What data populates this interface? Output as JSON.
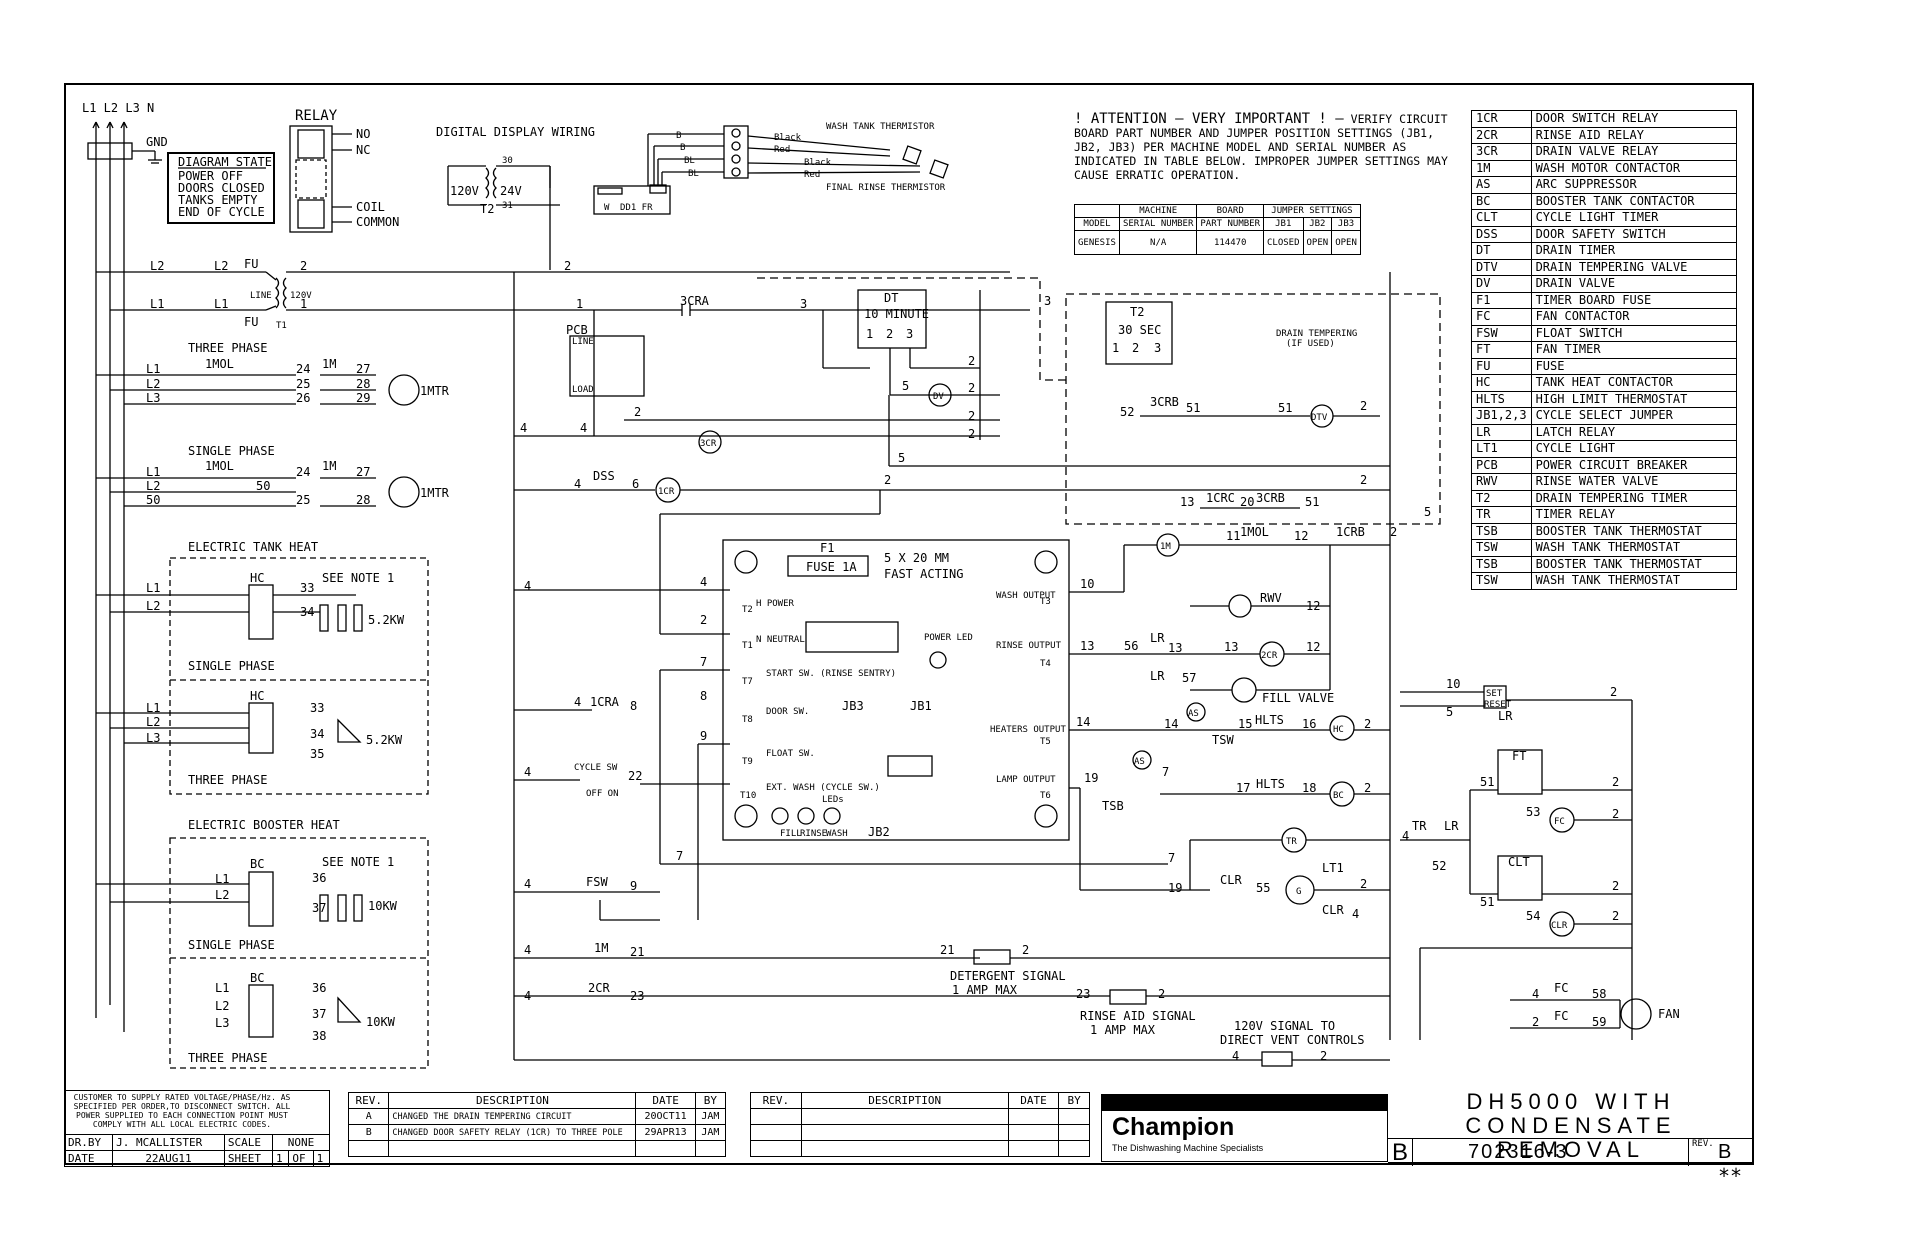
{
  "header": {
    "phases": "L1 L2 L3 N",
    "gnd": "GND",
    "relay": "RELAY",
    "relay_pins": [
      "NO",
      "NC",
      "COIL",
      "COMMON"
    ],
    "diagram_state": [
      "DIAGRAM STATE",
      "POWER OFF",
      "DOORS CLOSED",
      "TANKS EMPTY",
      "END OF CYCLE"
    ],
    "digital_display": "DIGITAL DISPLAY WIRING",
    "wash_thermistor": "WASH TANK THERMISTOR",
    "rinse_thermistor": "FINAL RINSE THERMISTOR",
    "wire_colors": [
      "B",
      "B",
      "BL",
      "BL",
      "Black",
      "Red",
      "Black",
      "Red"
    ],
    "transformer": [
      "120V",
      "24V",
      "T2",
      "30",
      "31",
      "W",
      "DD1 FR"
    ]
  },
  "attention": {
    "heading": "! ATTENTION — VERY IMPORTANT ! —",
    "body": "VERIFY CIRCUIT BOARD PART NUMBER AND JUMPER POSITION SETTINGS (JB1, JB2, JB3) PER MACHINE MODEL AND SERIAL NUMBER AS INDICATED IN TABLE BELOW. IMPROPER JUMPER SETTINGS MAY CAUSE ERRATIC OPERATION."
  },
  "jumper_table": {
    "h_machine": "MACHINE",
    "h_board": "BOARD",
    "h_jumper": "JUMPER SETTINGS",
    "cols": [
      "MODEL",
      "SERIAL NUMBER",
      "PART NUMBER",
      "JB1",
      "JB2",
      "JB3"
    ],
    "row": [
      "GENESIS",
      "N/A",
      "114470",
      "CLOSED",
      "OPEN",
      "OPEN"
    ]
  },
  "legend": [
    [
      "1CR",
      "DOOR SWITCH RELAY"
    ],
    [
      "2CR",
      "RINSE AID RELAY"
    ],
    [
      "3CR",
      "DRAIN VALVE RELAY"
    ],
    [
      "1M",
      "WASH MOTOR CONTACTOR"
    ],
    [
      "AS",
      "ARC SUPPRESSOR"
    ],
    [
      "BC",
      "BOOSTER TANK CONTACTOR"
    ],
    [
      "CLT",
      "CYCLE LIGHT TIMER"
    ],
    [
      "DSS",
      "DOOR SAFETY SWITCH"
    ],
    [
      "DT",
      "DRAIN TIMER"
    ],
    [
      "DTV",
      "DRAIN TEMPERING VALVE"
    ],
    [
      "DV",
      "DRAIN VALVE"
    ],
    [
      "F1",
      "TIMER BOARD FUSE"
    ],
    [
      "FC",
      "FAN CONTACTOR"
    ],
    [
      "FSW",
      "FLOAT SWITCH"
    ],
    [
      "FT",
      "FAN TIMER"
    ],
    [
      "FU",
      "FUSE"
    ],
    [
      "HC",
      "TANK HEAT CONTACTOR"
    ],
    [
      "HLTS",
      "HIGH LIMIT THERMOSTAT"
    ],
    [
      "JB1,2,3",
      "CYCLE SELECT JUMPER"
    ],
    [
      "LR",
      "LATCH RELAY"
    ],
    [
      "LT1",
      "CYCLE LIGHT"
    ],
    [
      "PCB",
      "POWER CIRCUIT BREAKER"
    ],
    [
      "RWV",
      "RINSE WATER VALVE"
    ],
    [
      "T2",
      "DRAIN TEMPERING TIMER"
    ],
    [
      "TR",
      "TIMER RELAY"
    ],
    [
      "TSB",
      "BOOSTER TANK THERMOSTAT"
    ],
    [
      "TSW",
      "WASH TANK THERMOSTAT"
    ],
    [
      "TSB",
      "BOOSTER TANK THERMOSTAT"
    ],
    [
      "TSW",
      "WASH TANK THERMOSTAT"
    ]
  ],
  "sections": {
    "three_phase": "THREE PHASE",
    "single_phase": "SINGLE PHASE",
    "tank_heat": "ELECTRIC TANK HEAT",
    "booster_heat": "ELECTRIC BOOSTER HEAT",
    "see_note": "SEE NOTE 1",
    "kw52": "5.2KW",
    "kw10": "10KW",
    "mtr": "1MTR",
    "drain_tempering": "DRAIN TEMPERING",
    "if_used": "(IF USED)",
    "dt_timer": "10 MINUTE",
    "t2_timer": "30 SEC"
  },
  "board": {
    "fuse": "FUSE 1A",
    "fuse_label": "F1",
    "fuse_size": "5 X 20 MM",
    "fuse_type": "FAST ACTING",
    "power_led": "POWER LED",
    "inputs": [
      "H POWER",
      "N NEUTRAL",
      "START SW. (RINSE SENTRY)",
      "DOOR SW.",
      "FLOAT SW.",
      "EXT. WASH (CYCLE SW.)"
    ],
    "terminals_in": [
      "T2",
      "T1",
      "T7",
      "T8",
      "T9",
      "T10"
    ],
    "outputs": [
      "WASH OUTPUT",
      "RINSE OUTPUT",
      "HEATERS OUTPUT",
      "LAMP OUTPUT"
    ],
    "terminals_out": [
      "T3",
      "T4",
      "T5",
      "T6"
    ],
    "jumpers": [
      "JB3",
      "JB1",
      "JB2"
    ],
    "leds": [
      "FILL",
      "RINSE",
      "WASH",
      "LEDs"
    ]
  },
  "components": {
    "dss": "DSS",
    "fsw": "FSW",
    "cycle_sw": "CYCLE SW",
    "off_on": "OFF ON",
    "det": "DETERGENT SIGNAL",
    "det_amp": "1 AMP MAX",
    "rinse_aid": "RINSE AID SIGNAL",
    "rinse_amp": "1 AMP MAX",
    "vent": "120V SIGNAL TO",
    "vent2": "DIRECT VENT CONTROLS",
    "rwv": "RWV",
    "fill": "FILL VALVE",
    "fan": "FAN",
    "set": "SET",
    "reset": "RESET",
    "lr": "LR"
  },
  "title_block": {
    "note": "CUSTOMER TO SUPPLY RATED VOLTAGE/PHASE/Hz. AS SPECIFIED PER ORDER,TO DISCONNECT SWITCH. ALL POWER SUPPLIED TO EACH CONNECTION POINT MUST COMPLY WITH ALL LOCAL ELECTRIC CODES.",
    "drby_label": "DR.BY",
    "drby": "J. MCALLISTER",
    "scale_label": "SCALE",
    "scale": "NONE",
    "date_label": "DATE",
    "date": "22AUG11",
    "sheet_label": "SHEET",
    "sheet": "1",
    "of_label": "OF",
    "of": "1",
    "rev_headers": [
      "REV.",
      "DESCRIPTION",
      "DATE",
      "BY"
    ],
    "revisions": [
      [
        "A",
        "CHANGED THE DRAIN TEMPERING CIRCUIT",
        "20OCT11",
        "JAM"
      ],
      [
        "B",
        "CHANGED DOOR SAFETY RELAY (1CR) TO THREE POLE",
        "29APR13",
        "JAM"
      ]
    ],
    "brand": "Champion",
    "tagline": "The Dishwashing Machine Specialists",
    "title1": "DH5000 WITH",
    "title2": "CONDENSATE REMOVAL",
    "size": "B",
    "dwg_no": "702316-3",
    "rev_label": "REV.",
    "rev": "B",
    "stars": "**"
  }
}
